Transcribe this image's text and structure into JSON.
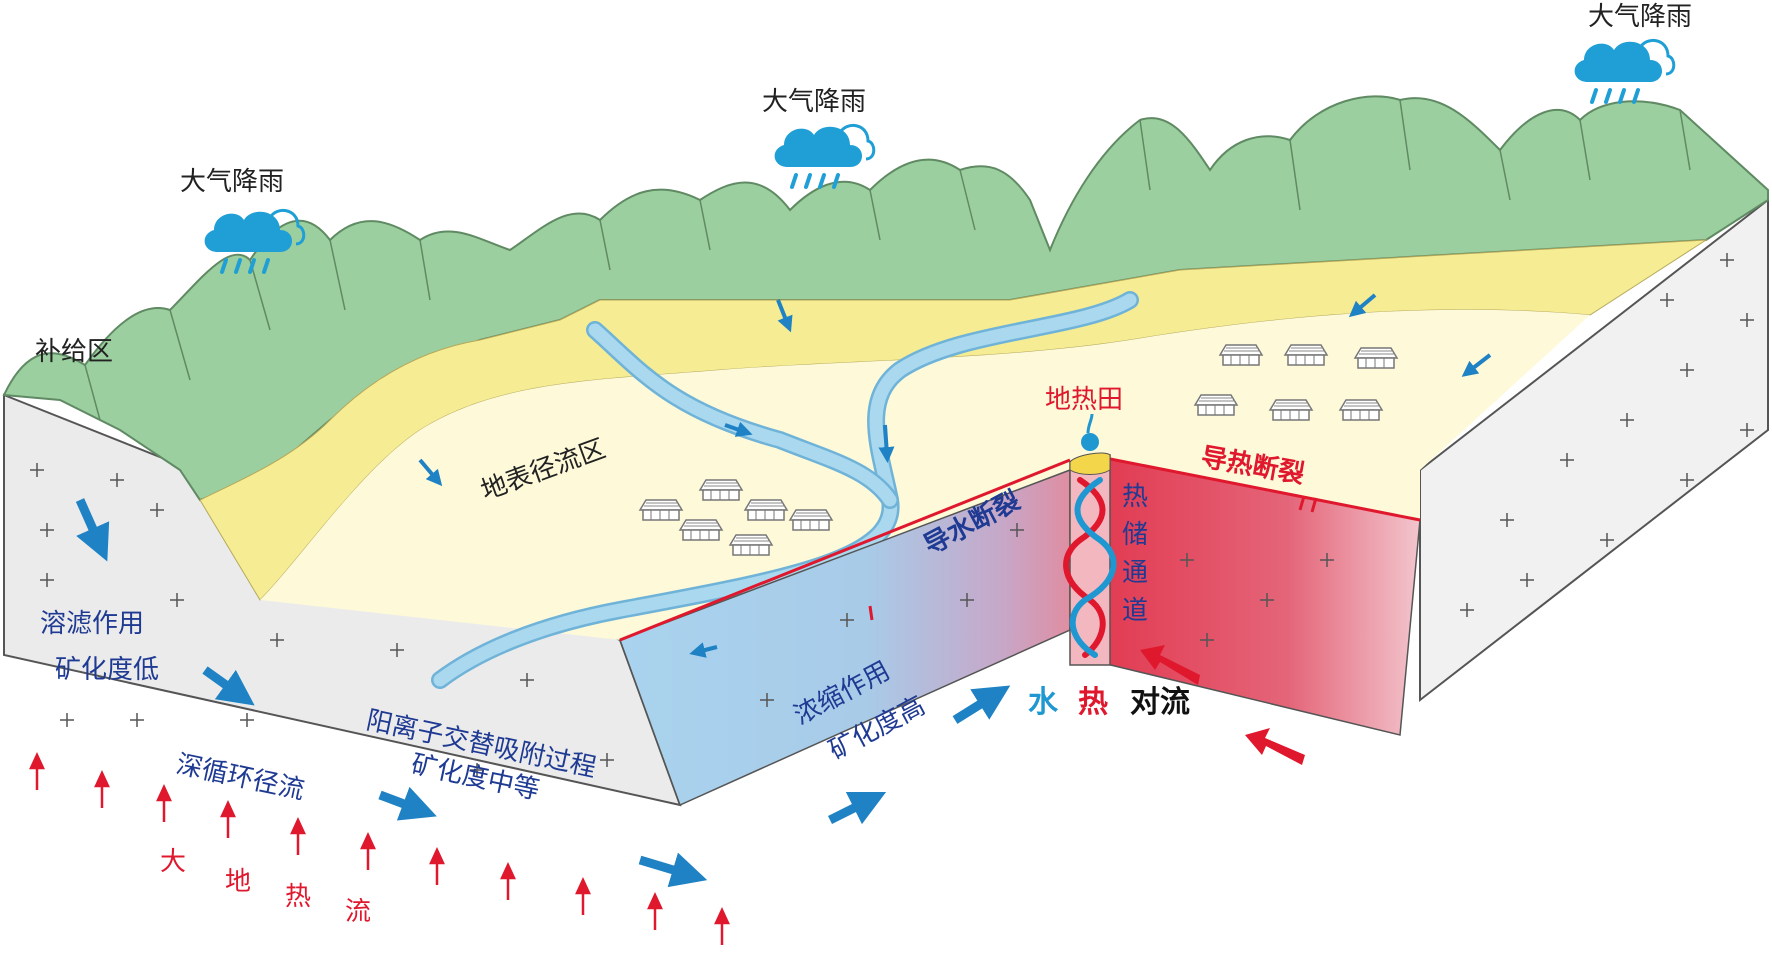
{
  "labels": {
    "rain_1": "大气降雨",
    "rain_2": "大气降雨",
    "rain_3": "大气降雨",
    "recharge_zone": "补给区",
    "surface_runoff_zone": "地表径流区",
    "geothermal_field": "地热田",
    "water_conducting_fault": "导水断裂",
    "heat_conducting_fault": "导热断裂",
    "reservoir_channel_1": "热",
    "reservoir_channel_2": "储",
    "reservoir_channel_3": "通",
    "reservoir_channel_4": "道",
    "leaching": "溶滤作用",
    "low_mineralization": "矿化度低",
    "cation_exchange": "阳离子交替吸附过程",
    "medium_mineralization": "矿化度中等",
    "concentration": "浓缩作用",
    "high_mineralization": "矿化度高",
    "deep_circulation": "深循环径流",
    "heat_flow_1": "大",
    "heat_flow_2": "地",
    "heat_flow_3": "热",
    "heat_flow_4": "流",
    "convection_water": "水",
    "convection_heat": "热",
    "convection_text": "对流"
  },
  "colors": {
    "mountain": "#9ccf9f",
    "mountain_edge": "#5f8a63",
    "yellow_band": "#f5ec94",
    "plain": "#fdf9d9",
    "river": "#a9d8ef",
    "rock_front": "#ececec",
    "rock_side": "#f0f0f0",
    "blue_section": "#a9d3ee",
    "red_section": "#e55a70",
    "fault_line": "#e0182d",
    "flow_arrow": "#1f82c4",
    "heat_arrow": "#e0182d",
    "cloud": "#1f9fd6",
    "house": "#8a8a8a"
  },
  "icons": {
    "rain_cloud": "cloud-rain-icon",
    "house": "house-icon",
    "flow_arrow": "arrow-icon",
    "heat_arrow": "up-arrow-icon",
    "spring": "spring-icon"
  }
}
